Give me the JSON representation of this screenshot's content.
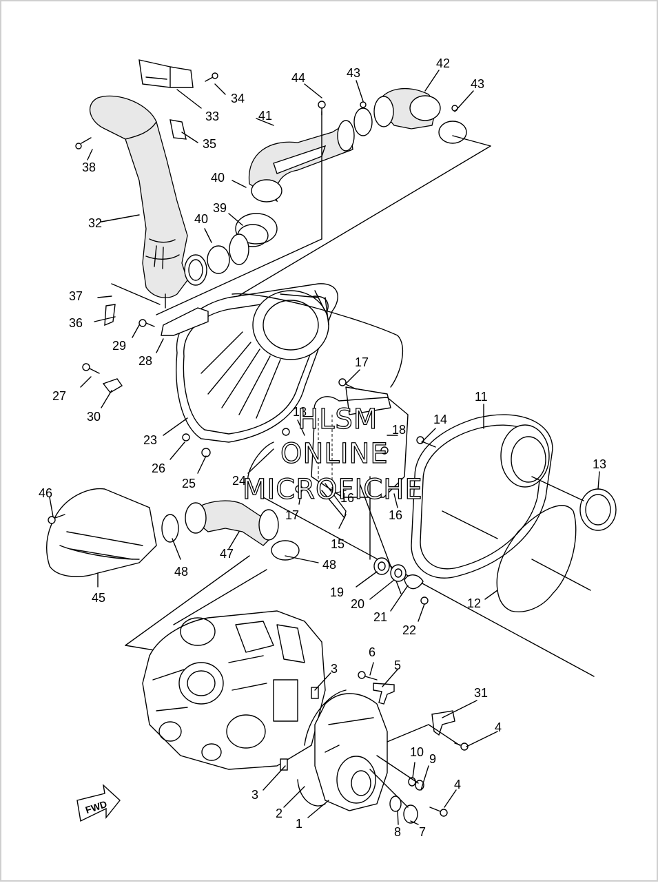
{
  "diagram": {
    "watermark_lines": [
      "HLSM",
      "ONLINE",
      "MICROFICHE"
    ],
    "direction_label": "FWD",
    "part_callouts": [
      "1",
      "2",
      "3",
      "3",
      "4",
      "4",
      "5",
      "6",
      "7",
      "8",
      "9",
      "10",
      "11",
      "12",
      "13",
      "14",
      "15",
      "16",
      "16",
      "17",
      "17",
      "18",
      "18",
      "19",
      "20",
      "21",
      "22",
      "23",
      "24",
      "25",
      "26",
      "27",
      "28",
      "29",
      "30",
      "31",
      "32",
      "33",
      "34",
      "35",
      "36",
      "37",
      "38",
      "39",
      "40",
      "40",
      "41",
      "42",
      "43",
      "43",
      "44",
      "45",
      "46",
      "47",
      "48",
      "48"
    ]
  }
}
